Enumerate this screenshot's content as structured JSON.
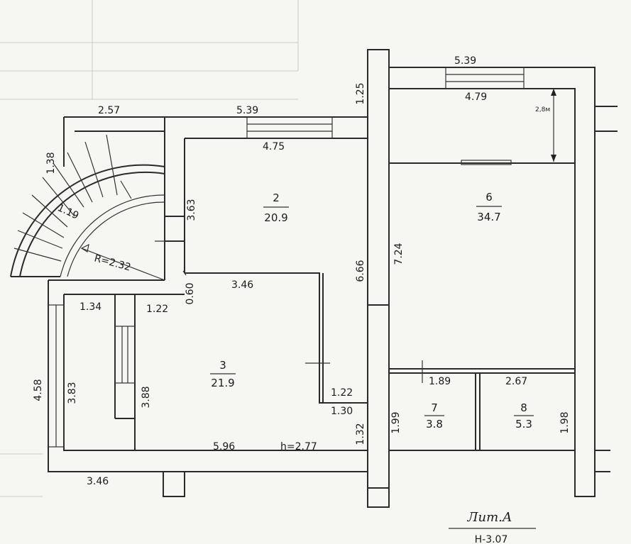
{
  "dimensions": {
    "top_main_left": "2.57",
    "top_main_mid": "5.39",
    "top_right": "5.39",
    "right_window_inner": "4.79",
    "main_window_inner": "4.75",
    "stair_left": "1.38",
    "stair_step": "1.19",
    "stair_radius": "R=2.32",
    "room2_height": "3.63",
    "room2_partition": "0.60",
    "room3_width_top": "3.46",
    "room3_right_side": "6.66",
    "room6_height": "7.24",
    "gap_1_25": "1.25",
    "ceiling_height": "2,8м",
    "lobby_width": "1.34",
    "lobby_right": "1.22",
    "left_outer": "4.58",
    "left_inner": "3.83",
    "lobby_height": "3.88",
    "room3_step_1": "1.22",
    "room3_step_2": "1.30",
    "room3_step_h": "1.32",
    "bottom_width": "5.96",
    "room_height": "h=2.77",
    "bottom_left": "3.46",
    "room7_width": "1.89",
    "room8_width": "2.67",
    "room7_height": "1.99",
    "room8_height": "1.98"
  },
  "rooms": [
    {
      "number": "2",
      "area": "20.9"
    },
    {
      "number": "3",
      "area": "21.9"
    },
    {
      "number": "6",
      "area": "34.7"
    },
    {
      "number": "7",
      "area": "3.8"
    },
    {
      "number": "8",
      "area": "5.3"
    }
  ],
  "stamp": {
    "title": "Лит.А",
    "subtitle": "Н-3.07"
  }
}
